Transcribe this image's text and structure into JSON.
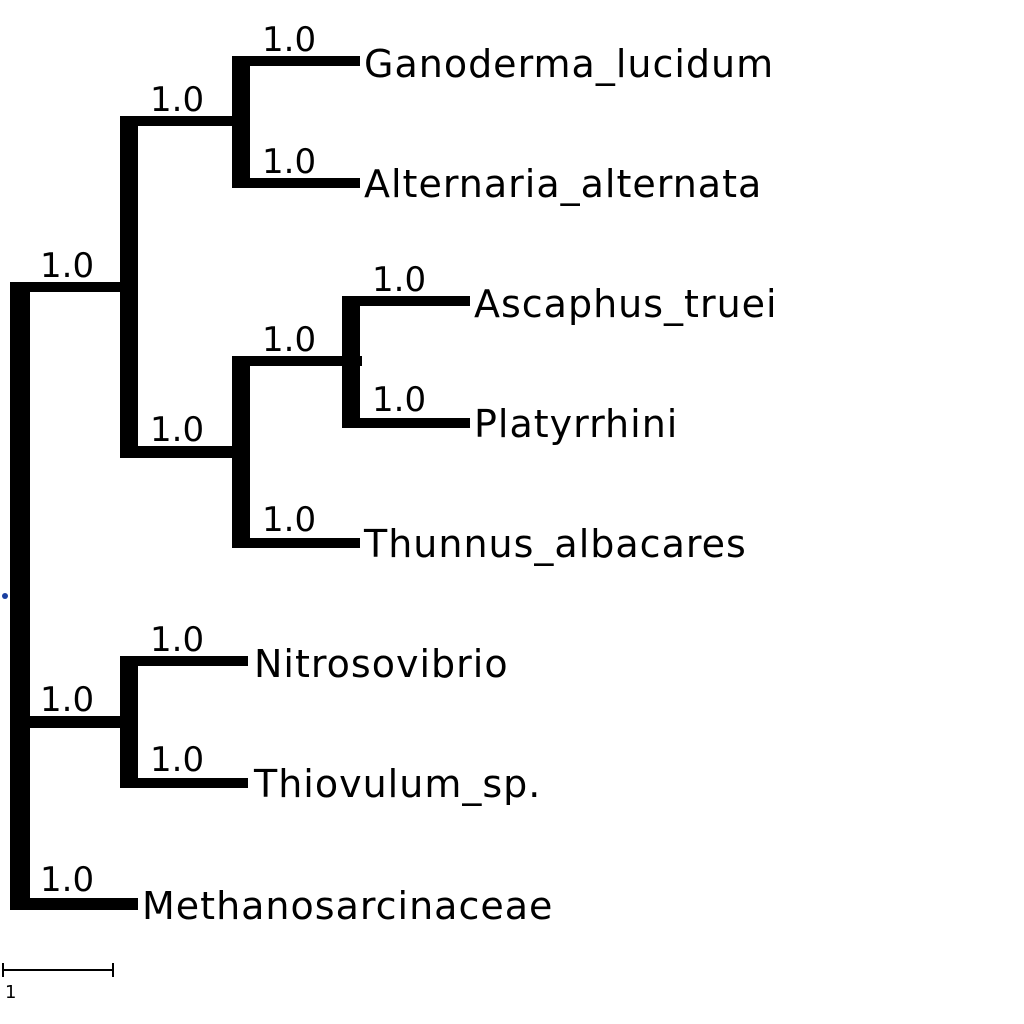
{
  "tree": {
    "taxa": [
      {
        "id": "ganoderma",
        "label": "Ganoderma_lucidum",
        "support": "1.0"
      },
      {
        "id": "alternaria",
        "label": "Alternaria_alternata",
        "support": "1.0"
      },
      {
        "id": "ascaphus",
        "label": "Ascaphus_truei",
        "support": "1.0"
      },
      {
        "id": "platyrrhini",
        "label": "Platyrrhini",
        "support": "1.0"
      },
      {
        "id": "thunnus",
        "label": "Thunnus_albacares",
        "support": "1.0"
      },
      {
        "id": "nitrosovibrio",
        "label": "Nitrosovibrio",
        "support": "1.0"
      },
      {
        "id": "thiovulum",
        "label": "Thiovulum_sp.",
        "support": "1.0"
      },
      {
        "id": "methanosarcinaceae",
        "label": "Methanosarcinaceae",
        "support": "1.0"
      }
    ],
    "internal_nodes": [
      {
        "id": "fungi",
        "support": "1.0"
      },
      {
        "id": "eukaryote-clade",
        "support": "1.0"
      },
      {
        "id": "vertebrates",
        "support": "1.0"
      },
      {
        "id": "frog-primate",
        "support": "1.0"
      },
      {
        "id": "bacteria",
        "support": "1.0"
      }
    ],
    "scale_bar_label": "1",
    "colors": {
      "branch": "#000000",
      "root_marker": "#1a3fa0"
    }
  }
}
